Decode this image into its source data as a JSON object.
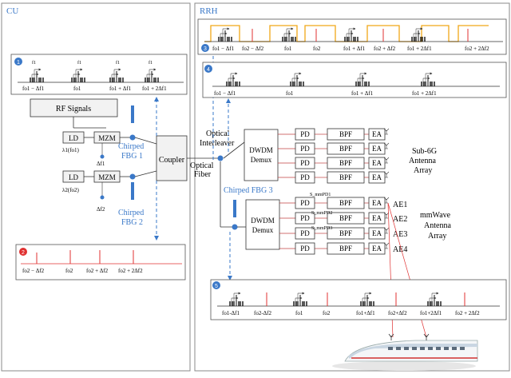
{
  "panels": {
    "cu_title": "CU",
    "rrh_title": "RRH"
  },
  "colors": {
    "accent_blue": "#3a78c8",
    "line_gray": "#8a8a8a",
    "red": "#e03030",
    "orange": "#f0a818",
    "box_fill": "#f2f2f2"
  },
  "badges": [
    "1",
    "2",
    "3",
    "4",
    "5"
  ],
  "cu": {
    "rf_signals": "RF Signals",
    "ld": "LD",
    "mzm": "MZM",
    "lambda1": "λ1(fo1)",
    "lambda2": "λ2(fo2)",
    "df1": "Δf1",
    "df2": "Δf2",
    "fbg1": [
      "Chirped",
      "FBG 1"
    ],
    "fbg2": [
      "Chirped",
      "FBG 2"
    ],
    "coupler": "Coupler"
  },
  "link": {
    "optical_fiber": [
      "Optical",
      "Fiber"
    ],
    "optical_interleaver": [
      "Optical",
      "Interleaver"
    ],
    "fbg3": "Chirped FBG 3"
  },
  "rrh": {
    "dwdm": [
      "DWDM",
      "Demux"
    ],
    "pd": "PD",
    "bpf": "BPF",
    "ea": "EA",
    "sub6g": [
      "Sub-6G",
      "Antenna",
      "Array"
    ],
    "mmwave": [
      "mmWave",
      "Antenna",
      "Array"
    ],
    "ae": [
      "AE1",
      "AE2",
      "AE3",
      "AE4"
    ],
    "s_labels": [
      "S_mmPD1",
      "S_mmPD2",
      "S_mmPD3"
    ]
  },
  "spectra": {
    "s1": [
      "fo1 − Δf1",
      "fo1",
      "fo1 + Δf1",
      "fo1 + 2Δf1"
    ],
    "s1_top": [
      "f1",
      "f1",
      "f1",
      "f1"
    ],
    "s2": [
      "fo2 − Δf2",
      "fo2",
      "fo2 + Δf2",
      "fo2 + 2Δf2"
    ],
    "s3": [
      "fo1 − Δf1",
      "fo2 − Δf2",
      "fo1",
      "fo2",
      "fo1 + Δf1",
      "fo2 + Δf2",
      "fo1 + 2Δf1",
      "fo2 + 2Δf2"
    ],
    "s4": [
      "fo1 − Δf1",
      "fo1",
      "fo1 + Δf1",
      "fo1 + 2Δf1"
    ],
    "s5": [
      "fo1-Δf1",
      "fo2-Δf2",
      "fo1",
      "fo2",
      "fo1+Δf1",
      "fo2+Δf2",
      "fo1+2Δf1",
      "fo2 + 2Δf2"
    ]
  }
}
